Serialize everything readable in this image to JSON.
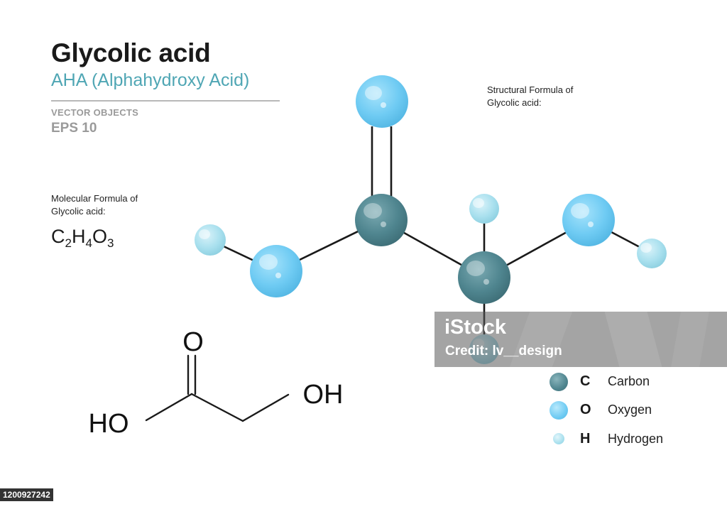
{
  "header": {
    "title": "Glycolic acid",
    "subtitle": "AHA  (Alphahydroxy Acid)",
    "vector_label": "VECTOR OBJECTS",
    "eps_label": "EPS 10"
  },
  "captions": {
    "structural_line1": "Structural  Formula of",
    "structural_line2": "Glycolic acid:",
    "molecular_line1": "Molecular Formula of",
    "molecular_line2": "Glycolic acid:"
  },
  "formula": {
    "c": "C",
    "c_n": "2",
    "h": "H",
    "h_n": "4",
    "o": "O",
    "o_n": "3"
  },
  "skeletal": {
    "top_o": "O",
    "left_group": "HO",
    "right_group": "OH"
  },
  "legend": [
    {
      "symbol": "C",
      "name": "Carbon",
      "color": "#4f858f"
    },
    {
      "symbol": "O",
      "name": "Oxygen",
      "color": "#6fcbf3"
    },
    {
      "symbol": "H",
      "name": "Hydrogen",
      "color": "#a9e0ee"
    }
  ],
  "colors": {
    "carbon": "#4f858f",
    "oxygen": "#6fcbf3",
    "hydrogen": "#a9e0ee",
    "accent": "#4fa6b4"
  },
  "watermark": {
    "logo": "iStock",
    "credit": "Credit: lv__design"
  },
  "stock_id": "1200927242"
}
